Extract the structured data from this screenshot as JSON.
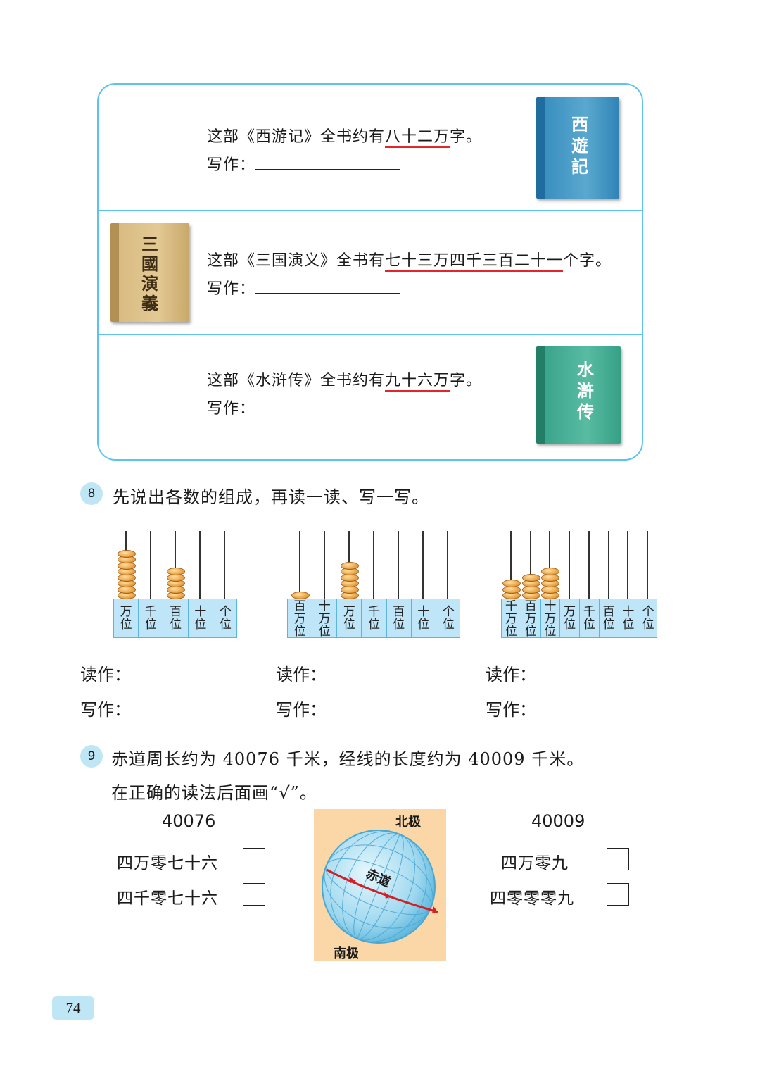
{
  "card": {
    "rows": [
      {
        "pre": "这部《西游记》全书约有",
        "underlined": "八十二万",
        "post": "字。",
        "write_label": "写作：",
        "book_title": "西遊記",
        "book_color": "#2f7fb0"
      },
      {
        "pre": "这部《三国演义》全书有",
        "underlined": "七十三万四千三百二十一",
        "post": "个字。",
        "write_label": "写作：",
        "book_title": "三國演義",
        "book_color": "#c9a86a"
      },
      {
        "pre": "这部《水浒传》全书约有",
        "underlined": "九十六万",
        "post": "字。",
        "write_label": "写作：",
        "book_title": "水滸传",
        "book_color": "#3aa58c"
      }
    ]
  },
  "q8": {
    "number": "8",
    "text": "先说出各数的组成，再读一读、写一写。",
    "abacuses": [
      {
        "labels": [
          "万位",
          "千位",
          "百位",
          "十位",
          "个位"
        ],
        "beads": [
          8,
          0,
          5,
          0,
          0
        ]
      },
      {
        "labels": [
          "百万位",
          "十万位",
          "万位",
          "千位",
          "百位",
          "十位",
          "个位"
        ],
        "beads": [
          1,
          0,
          6,
          0,
          0,
          0,
          0
        ]
      },
      {
        "labels": [
          "千万位",
          "百万位",
          "十万位",
          "万位",
          "千位",
          "百位",
          "十位",
          "个位"
        ],
        "beads": [
          3,
          4,
          5,
          0,
          0,
          0,
          0,
          0
        ]
      }
    ],
    "read_label": "读作：",
    "write_label": "写作："
  },
  "q9": {
    "number": "9",
    "line1": "赤道周长约为 40076 千米，经线的长度约为 40009 千米。",
    "line2": "在正确的读法后面画“√”。",
    "left": {
      "number": "40076",
      "options": [
        "四万零七十六",
        "四千零七十六"
      ]
    },
    "right": {
      "number": "40009",
      "options": [
        "四万零九",
        "四零零零九"
      ]
    },
    "globe": {
      "north": "北极",
      "south": "南极",
      "equator": "赤道"
    }
  },
  "page_number": "74"
}
